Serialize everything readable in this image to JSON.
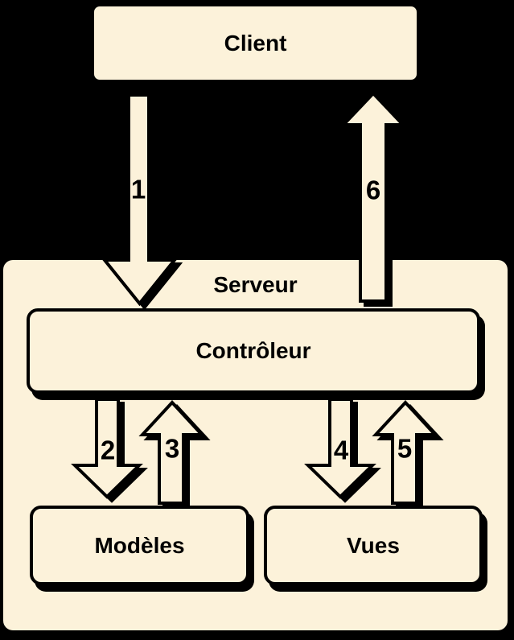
{
  "colors": {
    "background": "#000000",
    "shape_fill": "#FCF2DA",
    "outline": "#000000",
    "text": "#000000"
  },
  "nodes": {
    "client": "Client",
    "serveur": "Serveur",
    "controleur": "Contrôleur",
    "modeles": "Modèles",
    "vues": "Vues"
  },
  "arrows": [
    {
      "label": "1",
      "direction": "down",
      "from": "Client",
      "to": "Contrôleur"
    },
    {
      "label": "2",
      "direction": "down",
      "from": "Contrôleur",
      "to": "Modèles"
    },
    {
      "label": "3",
      "direction": "up",
      "from": "Modèles",
      "to": "Contrôleur"
    },
    {
      "label": "4",
      "direction": "down",
      "from": "Contrôleur",
      "to": "Vues"
    },
    {
      "label": "5",
      "direction": "up",
      "from": "Vues",
      "to": "Contrôleur"
    },
    {
      "label": "6",
      "direction": "up",
      "from": "Serveur",
      "to": "Client"
    }
  ]
}
